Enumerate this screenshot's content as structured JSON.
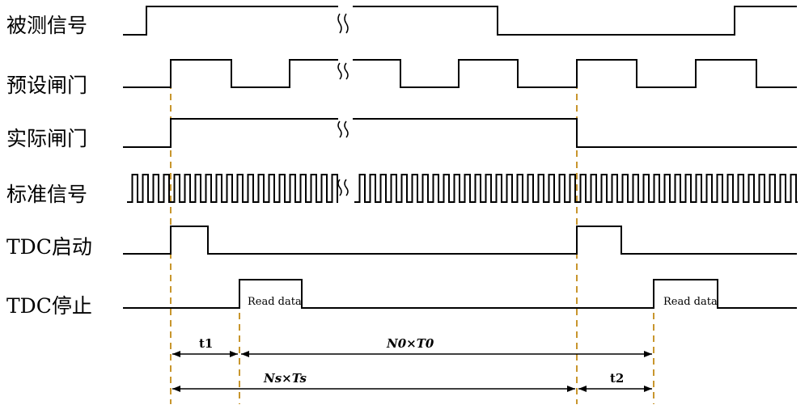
{
  "signals": [
    {
      "id": "measured",
      "label": "被测信号"
    },
    {
      "id": "preset_gate",
      "label": "预设闸门"
    },
    {
      "id": "actual_gate",
      "label": "实际闸门"
    },
    {
      "id": "standard",
      "label": "标准信号"
    },
    {
      "id": "tdc_start",
      "label": "TDC启动"
    },
    {
      "id": "tdc_stop",
      "label": "TDC停止"
    }
  ],
  "read_data_label": "Read data",
  "intervals": {
    "t1": "t1",
    "n0t0": "N0×T0",
    "nsts": "Ns×Ts",
    "t2": "t2"
  },
  "colors": {
    "marker_dashed": "#c8962d",
    "line": "#000000"
  }
}
